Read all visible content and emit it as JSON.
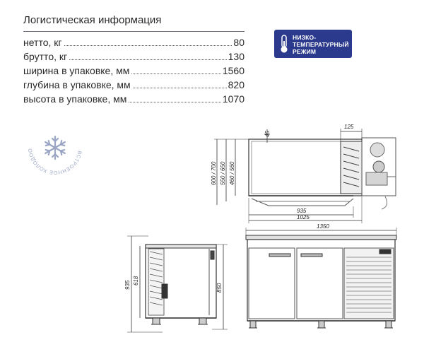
{
  "header": {
    "title": "Логистическая информация"
  },
  "specs": [
    {
      "label": "нетто, кг",
      "value": "80"
    },
    {
      "label": "брутто, кг",
      "value": "130"
    },
    {
      "label": "ширина в упаковке, мм",
      "value": "1560"
    },
    {
      "label": "глубина в упаковке, мм",
      "value": "820"
    },
    {
      "label": "высота в упаковке, мм",
      "value": "1070"
    }
  ],
  "badge": {
    "line1": "НИЗКО-",
    "line2": "ТЕМПЕРАТУРНЫЙ",
    "line3": "РЕЖИМ",
    "color": "#2b3a8c"
  },
  "seal": {
    "text": "ВСТРОЕННОЕ ХОЛОДООБЕСПЕЧЕНИЕ"
  },
  "dimensions": {
    "top_45": "45",
    "top_125": "125",
    "plan_h1": "600 / 700",
    "plan_h2": "550 / 650",
    "plan_h3": "460 / 560",
    "plan_935": "935",
    "plan_1025": "1025",
    "front_width": "1350",
    "side_935": "935",
    "side_618": "618",
    "side_850": "850"
  }
}
